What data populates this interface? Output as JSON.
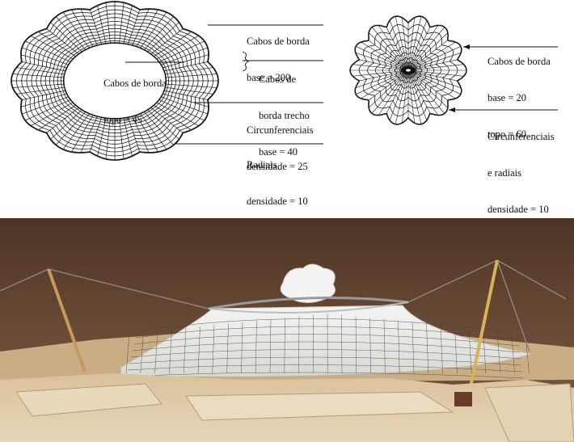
{
  "left_diagram": {
    "edge_cables": {
      "line1": "Cabos de borda",
      "line2": "base = 200"
    },
    "top_cables": {
      "line1": "Cabos de borda",
      "line2": "topo = 45"
    },
    "edge_segment": {
      "line1": "Cabos de",
      "line2": "borda trecho",
      "line3": "base = 40"
    },
    "circumferential": {
      "line1": "Circunferenciais",
      "line2": "densidade = 25"
    },
    "radial": {
      "line1": "Radiais",
      "line2": "densidade = 10"
    }
  },
  "right_diagram": {
    "edge_cables": {
      "line1": "Cabos de borda",
      "line2": "base = 20",
      "line3": "topo = 60"
    },
    "circ_radial": {
      "line1": "Circunferenciais",
      "line2": "e radiais",
      "line3": "densidade = 10"
    }
  },
  "colors": {
    "mesh": "#1a1a1a",
    "board": "#ddc9a8",
    "board_dark": "#b89a72",
    "photo_bg": "#5a3f2a"
  }
}
